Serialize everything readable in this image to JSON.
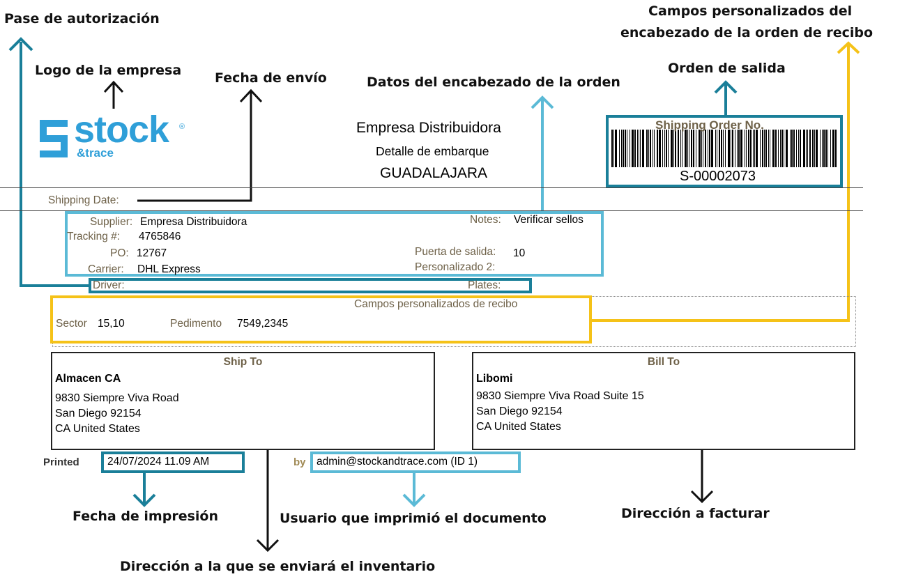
{
  "annotations": {
    "authorization_pass": "Pase de autorización",
    "company_logo": "Logo de la empresa",
    "ship_date": "Fecha de envío",
    "order_header_data": "Datos del encabezado de la orden",
    "exit_order": "Orden de salida",
    "custom_fields_line1": "Campos personalizados del",
    "custom_fields_line2": "encabezado de  la orden de recibo",
    "print_date": "Fecha de impresión",
    "printed_by": "Usuario que imprimió el documento",
    "bill_address": "Dirección a facturar",
    "ship_address": "Dirección a la que se enviará el inventario"
  },
  "logo": {
    "word": "stock",
    "sub": "&trace",
    "reg": "®",
    "color": "#2f9fd8"
  },
  "header": {
    "company": "Empresa Distribuidora",
    "subtitle": "Detalle de embarque",
    "city": "GUADALAJARA",
    "order_label": "Shipping Order No.",
    "order_number": "S-00002073"
  },
  "fields": {
    "shipping_date_label": "Shipping Date:",
    "supplier_label": "Supplier:",
    "supplier_value": "Empresa Distribuidora",
    "tracking_label": "Tracking #:",
    "tracking_value": "4765846",
    "po_label": "PO:",
    "po_value": "12767",
    "carrier_label": "Carrier:",
    "carrier_value": "DHL Express",
    "notes_label": "Notes:",
    "notes_value": "Verificar sellos",
    "exit_door_label": "Puerta de salida:",
    "exit_door_value": "10",
    "custom2_label": "Personalizado 2:",
    "driver_label": "Driver:",
    "plates_label": "Plates:"
  },
  "receipt_custom": {
    "title": "Campos personalizados de recibo",
    "sector_label": "Sector",
    "sector_value": "15,10",
    "pedimento_label": "Pedimento",
    "pedimento_value": "7549,2345"
  },
  "ship_to": {
    "title": "Ship To",
    "name": "Almacen CA",
    "line1": "9830 Siempre Viva Road",
    "line2": "San Diego 92154",
    "line3": "CA United States"
  },
  "bill_to": {
    "title": "Bill To",
    "name": "Libomi",
    "line1": "9830 Siempre Viva Road Suite 15",
    "line2": "San Diego 92154",
    "line3": "CA United States"
  },
  "footer": {
    "printed_label": "Printed",
    "printed_value": "24/07/2024 11.09 AM",
    "by_label": "by",
    "by_value": "admin@stockandtrace.com (ID 1)"
  },
  "colors": {
    "teal": "#1a7f99",
    "light_blue": "#5bbad6",
    "gold": "#f5c218",
    "label_brown": "#6e6148"
  }
}
